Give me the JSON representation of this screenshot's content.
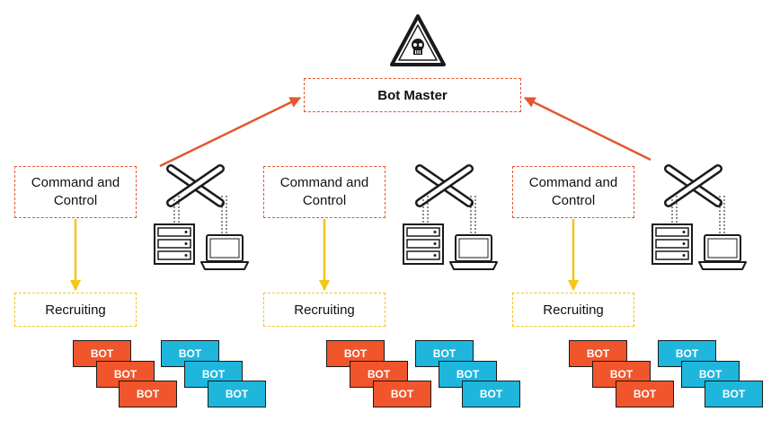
{
  "bot_master": {
    "label": "Bot Master"
  },
  "command_and_control": {
    "line1": "Command and",
    "line2": "Control"
  },
  "recruiting": {
    "label": "Recruiting"
  },
  "bot": {
    "label": "BOT"
  },
  "colors": {
    "red_arrow": "#e4572e",
    "yellow_arrow": "#f5c518",
    "bot_orange": "#f0552c",
    "bot_blue": "#1fb6dd"
  },
  "icons": [
    "skull-warning-icon",
    "router-cross-icon",
    "server-rack-icon",
    "laptop-icon"
  ]
}
